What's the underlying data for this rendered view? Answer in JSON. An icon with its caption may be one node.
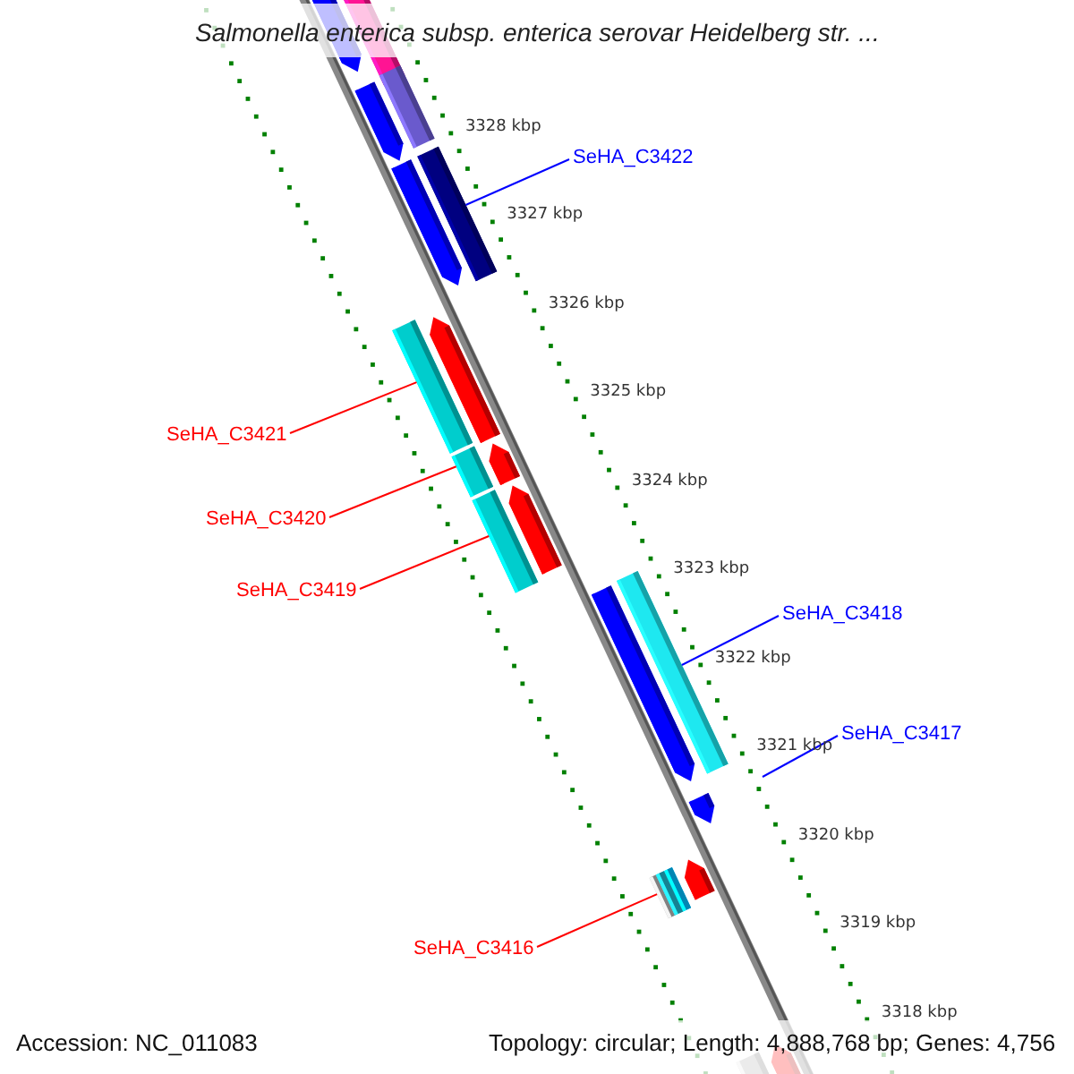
{
  "diagram": {
    "title": "Salmonella enterica subsp. enterica serovar Heidelberg str. ...",
    "nodes": [
      {
        "text": [
          "SeHA_C3422"
        ]
      },
      {
        "text": [],
        "shape": "bar"
      },
      {
        "text": [
          "SeHA_C3421"
        ]
      },
      {
        "text": [],
        "shape": "bar"
      },
      {
        "text": [
          "SeHA_C3420"
        ]
      },
      {
        "text": [],
        "shape": "bar"
      },
      {
        "text": [
          "SeHA_C3419"
        ]
      },
      {
        "text": [],
        "shape": "bar"
      },
      {
        "text": [
          "SeHA_C3418"
        ]
      },
      {
        "text": [],
        "shape": "bar"
      },
      {
        "text": [
          "SeHA_C3417"
        ]
      },
      {
        "text": [
          "SeHA_C3416"
        ]
      },
      {
        "text": [],
        "shape": "bar"
      }
    ],
    "edges": [
      {
        "from": 0,
        "to": 1,
        "arrow": "none",
        "color": "#0000ff"
      },
      {
        "from": 2,
        "to": 3,
        "arrow": "none"
      },
      {
        "from": 4,
        "to": 5,
        "arrow": "none"
      },
      {
        "from": 6,
        "to": 7,
        "arrow": "none"
      },
      {
        "from": 8,
        "to": 9,
        "arrow": "none",
        "color": "#0000ff"
      },
      {
        "from": 10,
        "to": null,
        "arrow": "none",
        "color": "#0000ff"
      },
      {
        "from": 11,
        "to": 12,
        "arrow": "none"
      }
    ],
    "labels": [
      "3328 kbp",
      "3327 kbp",
      "3326 kbp",
      "3325 kbp",
      "3324 kbp",
      "3323 kbp",
      "3322 kbp",
      "3321 kbp",
      "3320 kbp",
      "3319 kbp",
      "3318 kbp",
      "Accession: NC_011083",
      "Topology: circular; Length: 4,888,768 bp; Genes: 4,756"
    ]
  }
}
